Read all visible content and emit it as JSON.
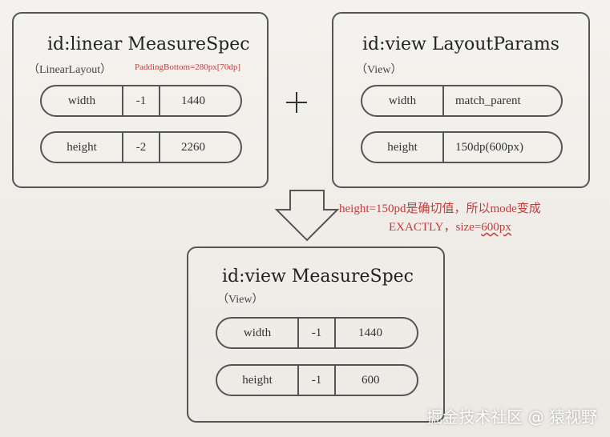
{
  "linear_card": {
    "title": "id:linear MeasureSpec",
    "subtitle": "（LinearLayout）",
    "note": "PaddingBottom=280px[70dp]",
    "rows": [
      {
        "label": "width",
        "mode": "-1",
        "size": "1440"
      },
      {
        "label": "height",
        "mode": "-2",
        "size": "2260"
      }
    ]
  },
  "plus_symbol": "+",
  "view_params_card": {
    "title": "id:view  LayoutParams",
    "subtitle": "（View）",
    "rows": [
      {
        "label": "width",
        "value": "match_parent"
      },
      {
        "label": "height",
        "value": "150dp(600px)"
      }
    ]
  },
  "annotation": {
    "line1": "height=150pd是确切值，所以mode变成",
    "line2_prefix": "EXACTLY，size=",
    "line2_value": "600px"
  },
  "result_card": {
    "title": "id:view  MeasureSpec",
    "subtitle": "（View）",
    "rows": [
      {
        "label": "width",
        "mode": "-1",
        "size": "1440"
      },
      {
        "label": "height",
        "mode": "-1",
        "size": "600"
      }
    ]
  },
  "watermark": "掘金技术社区 @ 猿视野",
  "colors": {
    "border": "#555555",
    "annotation": "#c23b3b"
  }
}
